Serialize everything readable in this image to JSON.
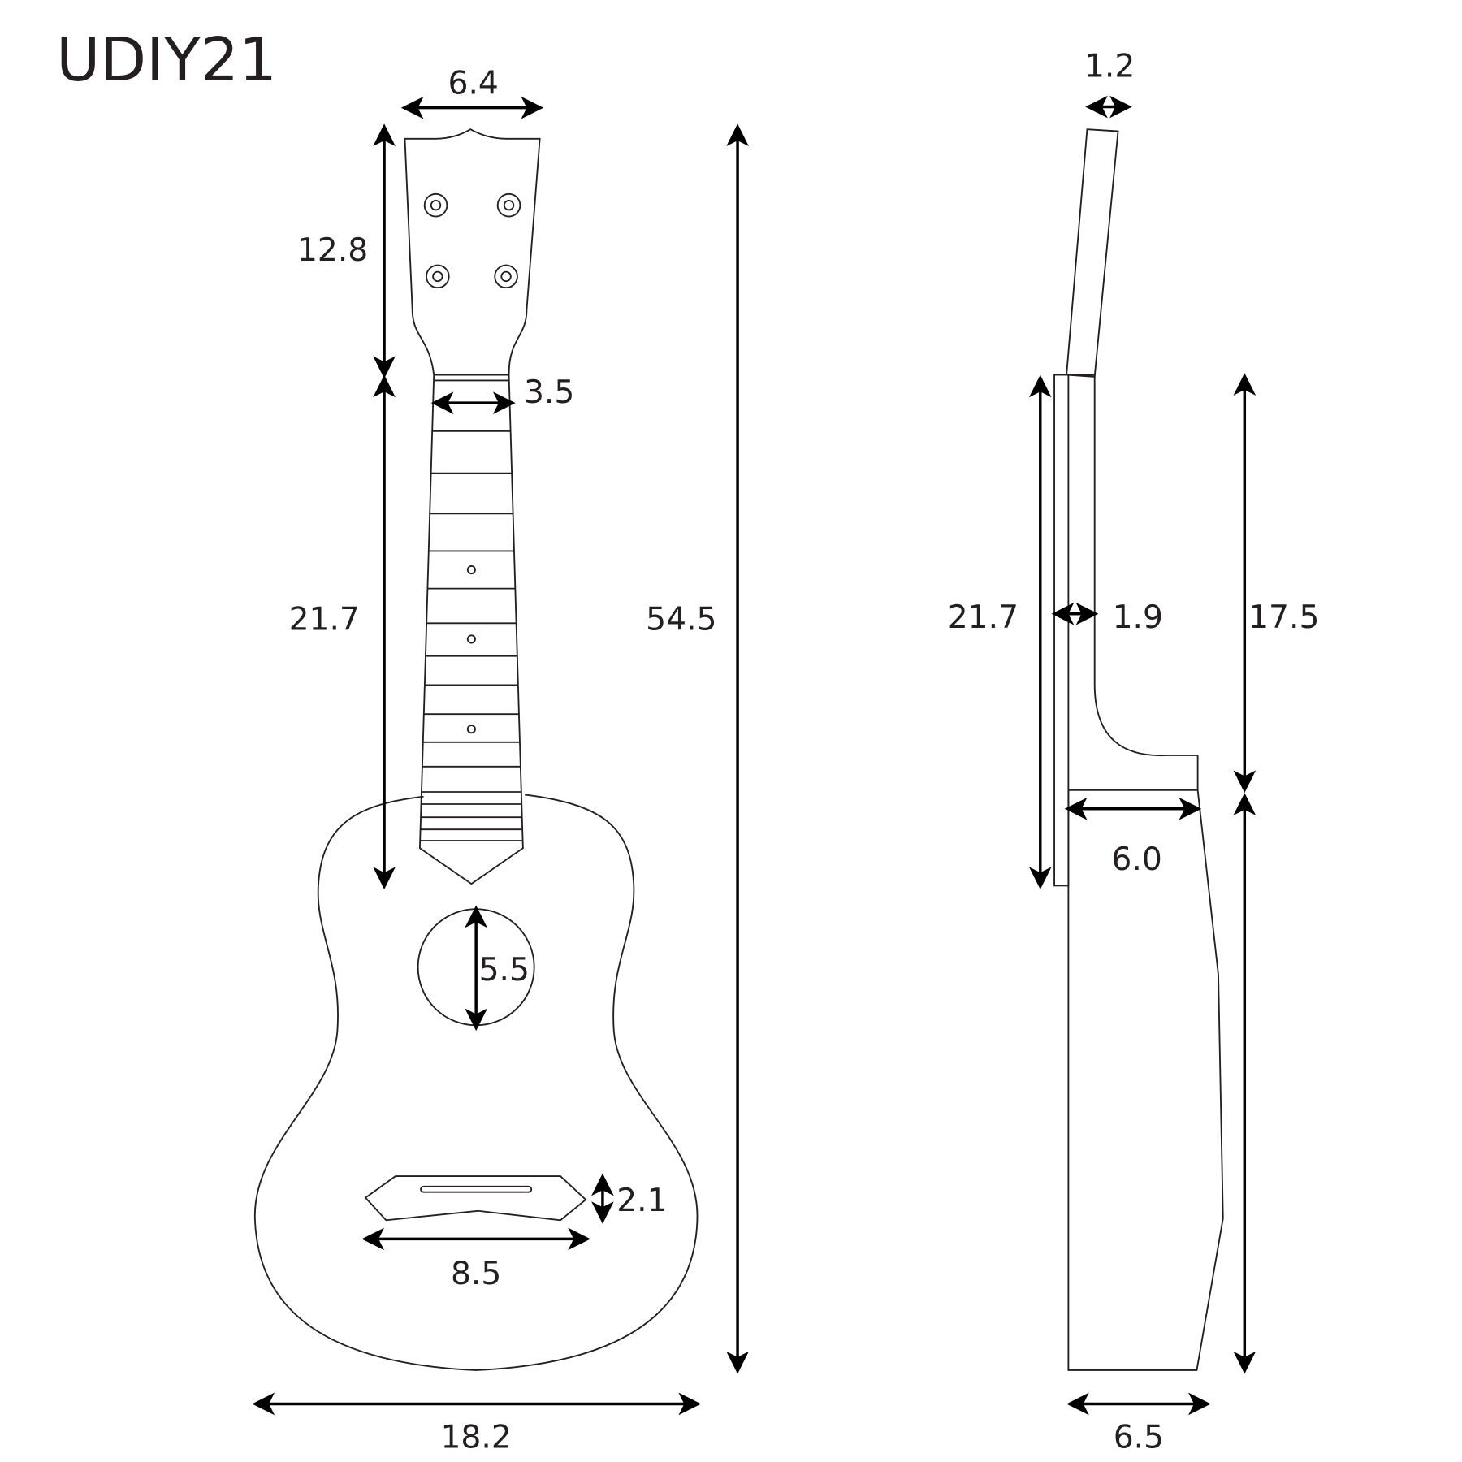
{
  "title": "UDIY21",
  "front_view": {
    "headstock_width": "6.4",
    "headstock_length": "12.8",
    "nut_width": "3.5",
    "fretboard_length": "21.7",
    "total_length": "54.5",
    "soundhole_diameter": "5.5",
    "bridge_height": "2.1",
    "bridge_width": "8.5",
    "body_width": "18.2"
  },
  "side_view": {
    "headstock_thickness": "1.2",
    "fretboard_length": "21.7",
    "neck_thickness": "1.9",
    "neck_length": "17.5",
    "body_depth_top": "6.0",
    "body_depth_bottom": "6.5"
  },
  "colors": {
    "line": "#231f20",
    "background": "#ffffff"
  }
}
